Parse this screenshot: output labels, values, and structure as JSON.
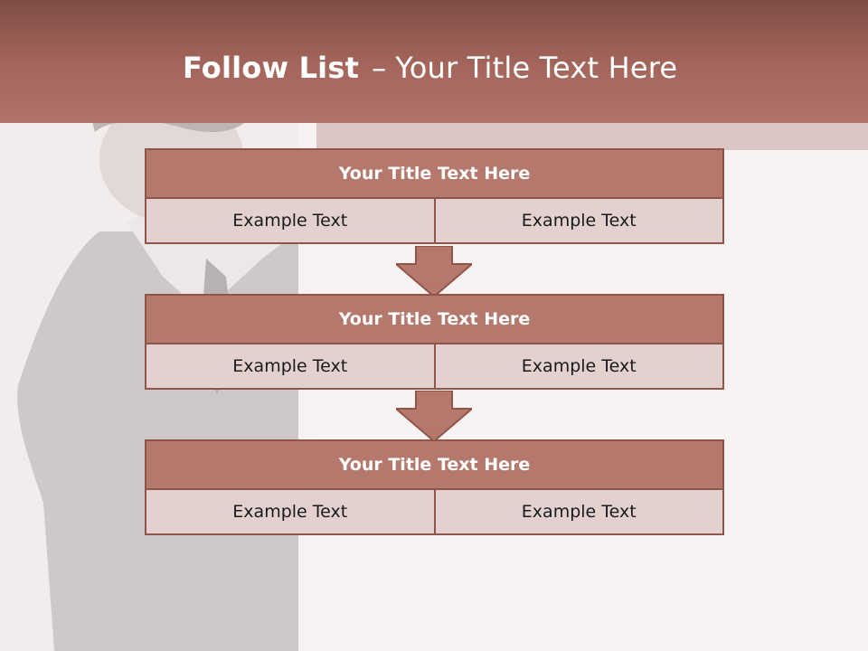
{
  "header": {
    "title_bold": "Follow List",
    "title_dash": "–",
    "title_rest": "Your Title Text Here"
  },
  "colors": {
    "header_dark": "#7e4e45",
    "header_light": "#b0726a",
    "box_title_fill": "#b5786c",
    "box_cell_fill": "#e3d1d0",
    "box_border": "#8f5549"
  },
  "blocks": [
    {
      "title": "Your Title Text Here",
      "cells": [
        "Example Text",
        "Example Text"
      ]
    },
    {
      "title": "Your Title Text Here",
      "cells": [
        "Example Text",
        "Example Text"
      ]
    },
    {
      "title": "Your Title Text Here",
      "cells": [
        "Example Text",
        "Example Text"
      ]
    }
  ],
  "icons": {
    "connector": "down-arrow-icon",
    "background": "businessman-figure"
  }
}
